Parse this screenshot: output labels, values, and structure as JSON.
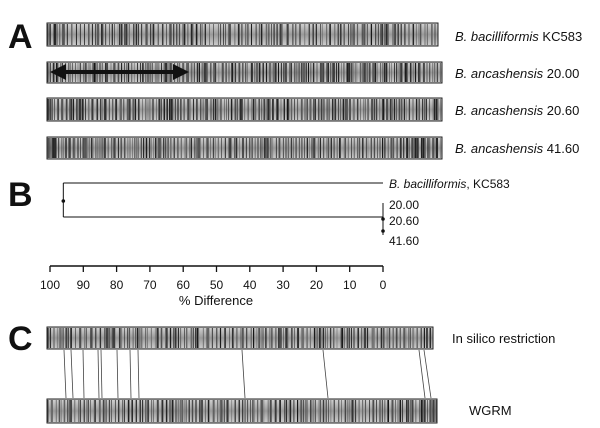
{
  "panels": [
    {
      "letter": "A"
    },
    {
      "letter": "B"
    },
    {
      "letter": "C"
    }
  ],
  "maps": [
    {
      "species": "B. bacilliformis",
      "strain": "KC583"
    },
    {
      "species": "B. ancashensis",
      "strain": "20.00"
    },
    {
      "species": "B. ancashensis",
      "strain": "20.60"
    },
    {
      "species": "B. ancashensis",
      "strain": "41.60"
    }
  ],
  "dendrogram": {
    "leaves": [
      {
        "species": "B. bacilliformis",
        "strain": ", KC583",
        "difference": 96
      },
      {
        "species": "",
        "strain": "20.00",
        "difference": 0
      },
      {
        "species": "",
        "strain": "20.60",
        "difference": 0
      },
      {
        "species": "",
        "strain": "41.60",
        "difference": 0
      }
    ],
    "root_difference": 96,
    "axis": {
      "title": "% Difference",
      "range": [
        100,
        0
      ],
      "ticks": [
        "100",
        "90",
        "80",
        "70",
        "60",
        "50",
        "40",
        "30",
        "20",
        "10",
        "0"
      ]
    }
  },
  "comparison": {
    "top_label": "In silico restriction",
    "bottom_label": "WGRM"
  },
  "colors": {
    "ink": "#111111",
    "map_fill": "#8a8a8a"
  }
}
